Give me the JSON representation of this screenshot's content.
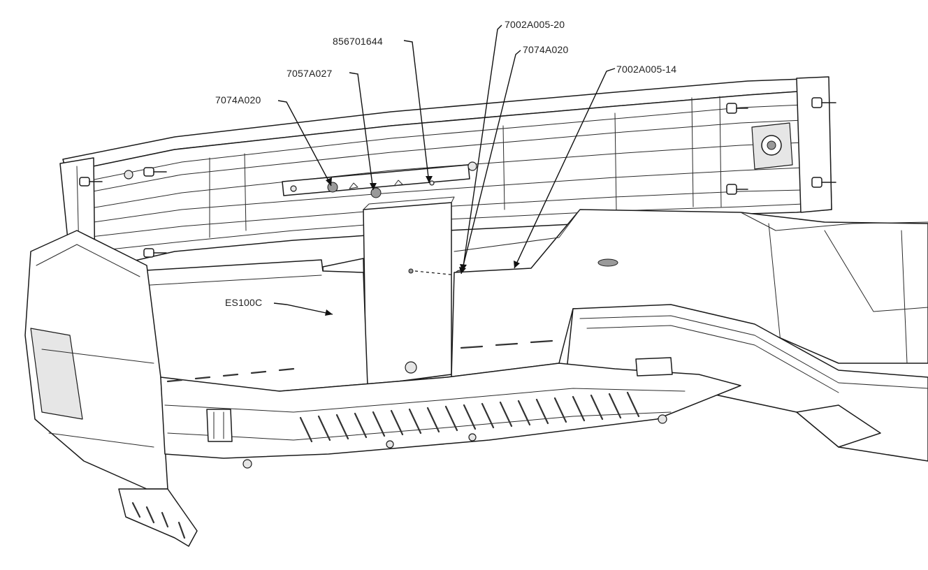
{
  "callouts": [
    {
      "id": "c1",
      "label": "856701644"
    },
    {
      "id": "c2",
      "label": "7002A005-20"
    },
    {
      "id": "c3",
      "label": "7074A020"
    },
    {
      "id": "c4",
      "label": "7057A027"
    },
    {
      "id": "c5",
      "label": "7002A005-14"
    },
    {
      "id": "c6",
      "label": "7074A020"
    },
    {
      "id": "c7",
      "label": "ES100C"
    }
  ]
}
